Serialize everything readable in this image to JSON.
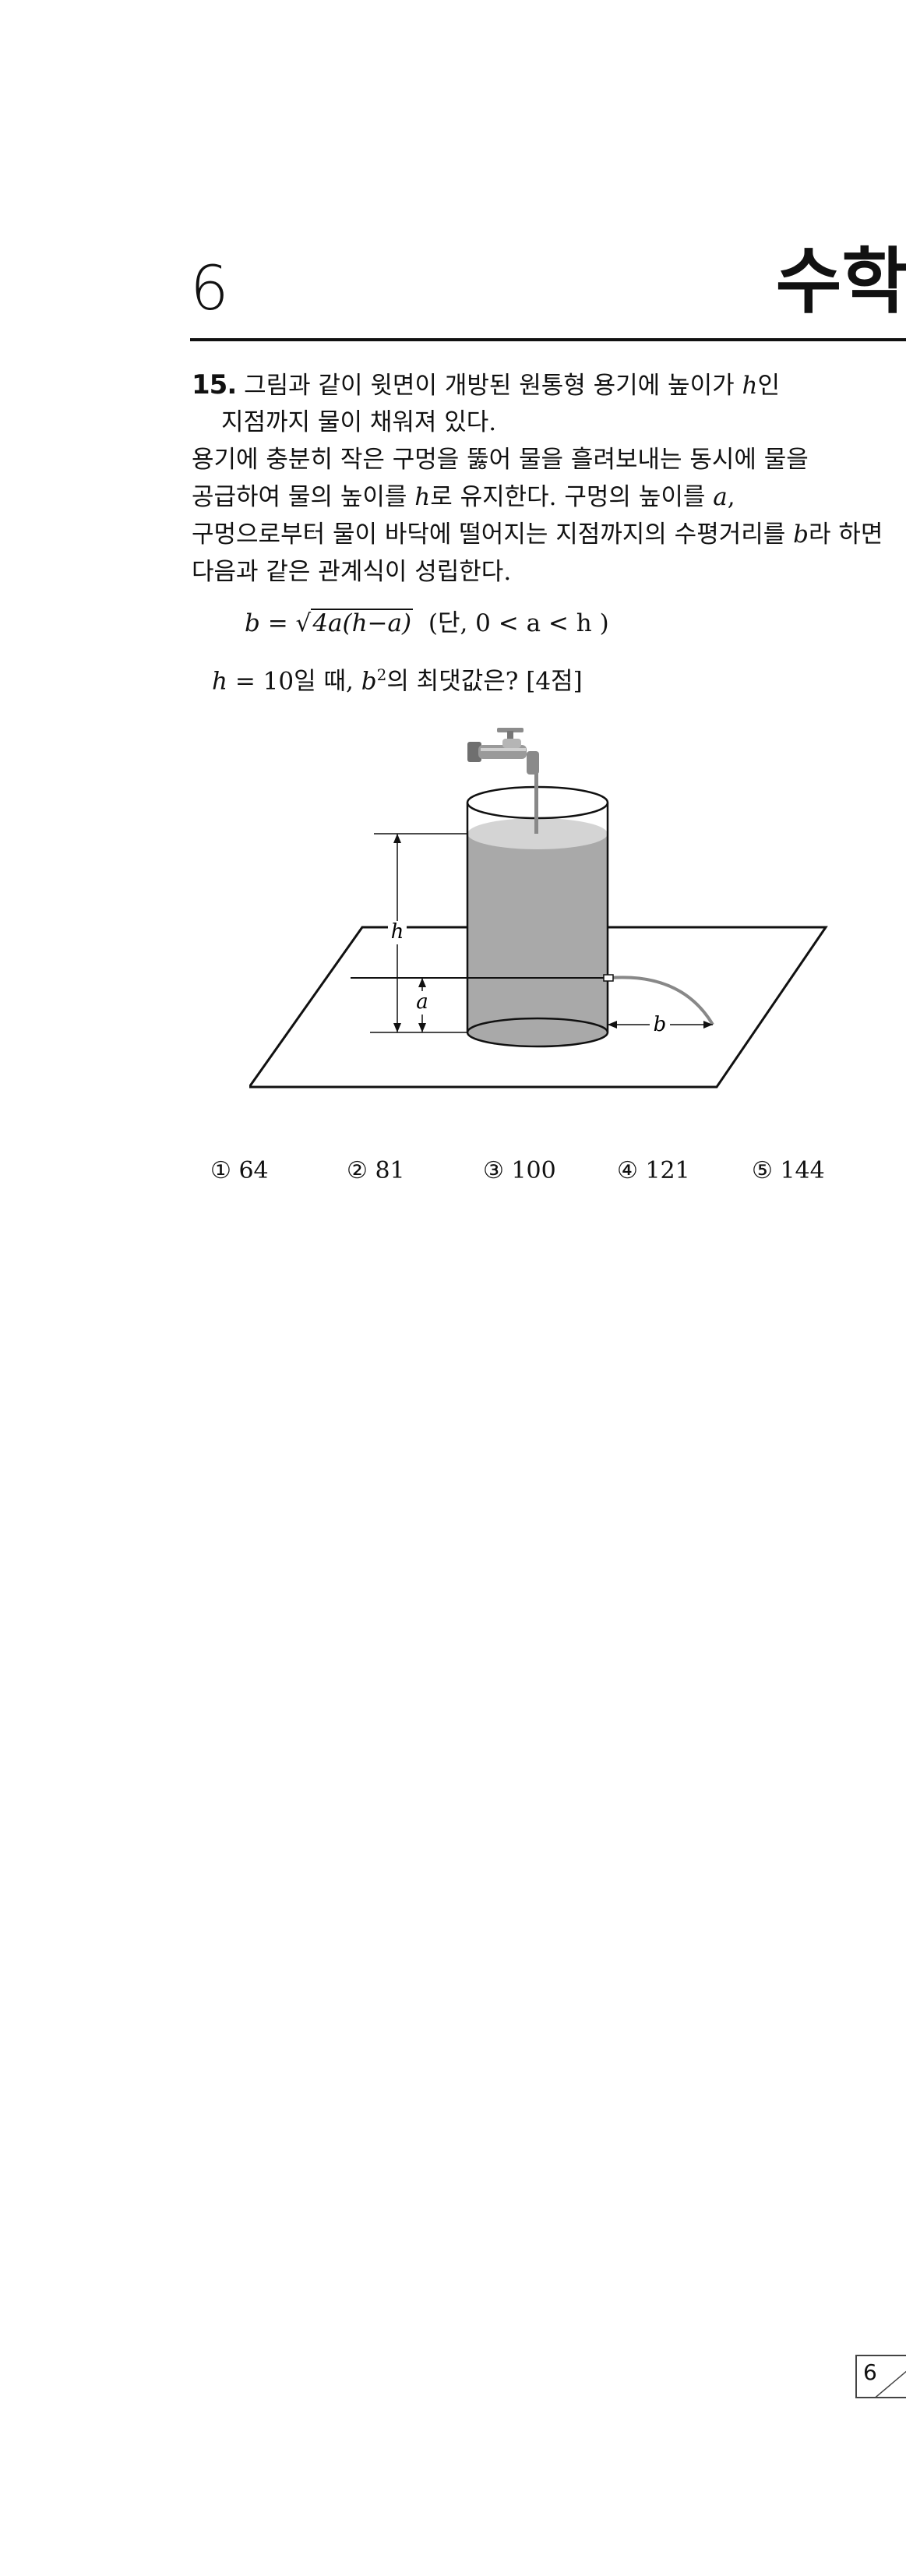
{
  "header": {
    "page_number": "6",
    "subject": "수학"
  },
  "question": {
    "number": "15.",
    "line1": "그림과 같이 윗면이 개방된 원통형 용기에 높이가",
    "line1_var": "h",
    "line1_tail": "인",
    "line2": "지점까지 물이 채워져 있다.",
    "line3": "용기에 충분히 작은 구멍을 뚫어 물을 흘려보내는 동시에 물을",
    "line4_a": "공급하여 물의 높이를",
    "line4_var1": "h",
    "line4_b": "로 유지한다. 구멍의 높이를",
    "line4_var2": "a",
    "line4_c": ",",
    "line5_a": "구멍으로부터 물이 바닥에 떨어지는 지점까지의 수평거리를",
    "line5_var": "b",
    "line5_b": "라 하면",
    "line6": "다음과 같은 관계식이 성립한다.",
    "formula_lhs": "b",
    "formula_eq": " = ",
    "formula_sqrt": "4a(h−a)",
    "formula_cond": "(단,  0 < a < h )",
    "ask_var": "h",
    "ask_a": " = 10일 때,",
    "ask_var2": "b",
    "ask_exp": "2",
    "ask_b": "의 최댓값은? [4점]"
  },
  "figure": {
    "label_h": "h",
    "label_a": "a",
    "label_b": "b"
  },
  "choices": [
    {
      "mark": "①",
      "value": "64"
    },
    {
      "mark": "②",
      "value": "81"
    },
    {
      "mark": "③",
      "value": "100"
    },
    {
      "mark": "④",
      "value": "121"
    },
    {
      "mark": "⑤",
      "value": "144"
    }
  ],
  "footer": {
    "page_number": "6"
  }
}
